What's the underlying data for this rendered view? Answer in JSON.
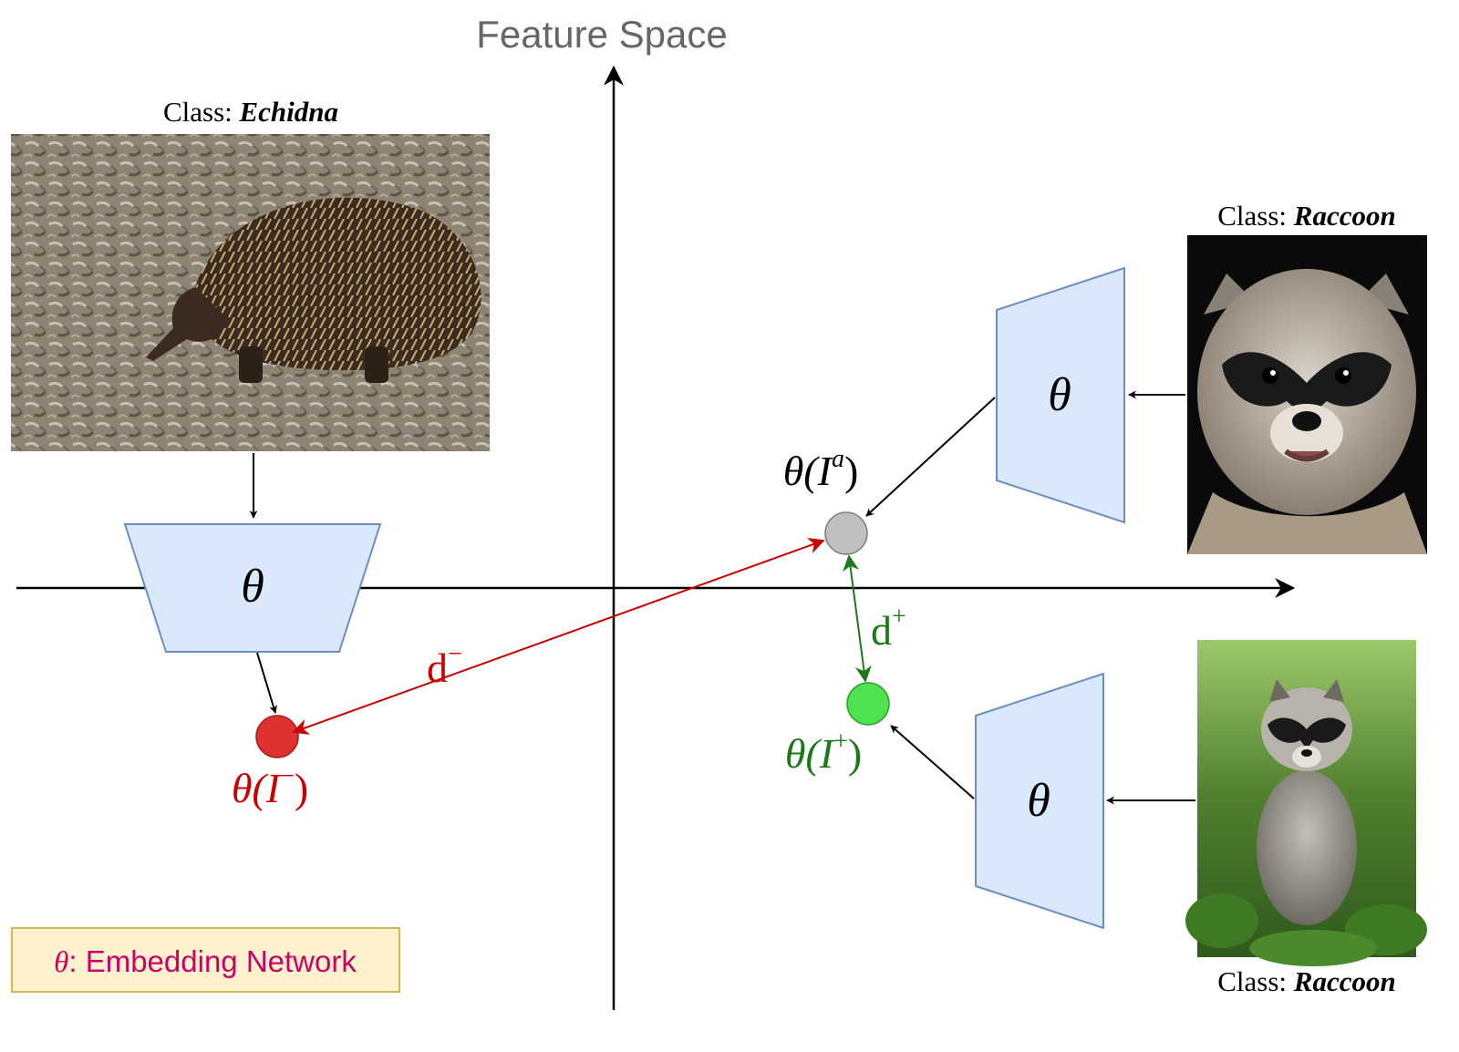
{
  "title": "Feature Space",
  "echidna": {
    "class_prefix": "Class: ",
    "class_name": "Echidna"
  },
  "raccoon_anchor": {
    "class_prefix": "Class: ",
    "class_name": "Raccoon"
  },
  "raccoon_positive": {
    "class_prefix": "Class: ",
    "class_name": "Raccoon"
  },
  "network_symbol": "θ",
  "points": {
    "anchor": {
      "fn": "θ(",
      "var": "I",
      "sup": "a",
      "close": ")"
    },
    "positive": {
      "fn": "θ(",
      "var": "I",
      "sup": "+",
      "close": ")"
    },
    "negative": {
      "fn": "θ(",
      "var": "I",
      "sup": "−",
      "close": ")"
    }
  },
  "distances": {
    "positive": {
      "base": "d",
      "sup": "+"
    },
    "negative": {
      "base": "d",
      "sup": "−"
    }
  },
  "legend": {
    "symbol": "θ",
    "text": ": Embedding Network"
  },
  "colors": {
    "axis": "#000000",
    "network_fill": "#dae8fc",
    "network_stroke": "#6c8ebf",
    "anchor": "#bfbfbf",
    "positive": "#4ee24e",
    "negative": "#e03030",
    "negative_text": "#cc0000",
    "positive_text": "#1a7a1a",
    "legend_fill": "#fff2cc",
    "legend_stroke": "#d6b656",
    "legend_text": "#cc0066"
  }
}
